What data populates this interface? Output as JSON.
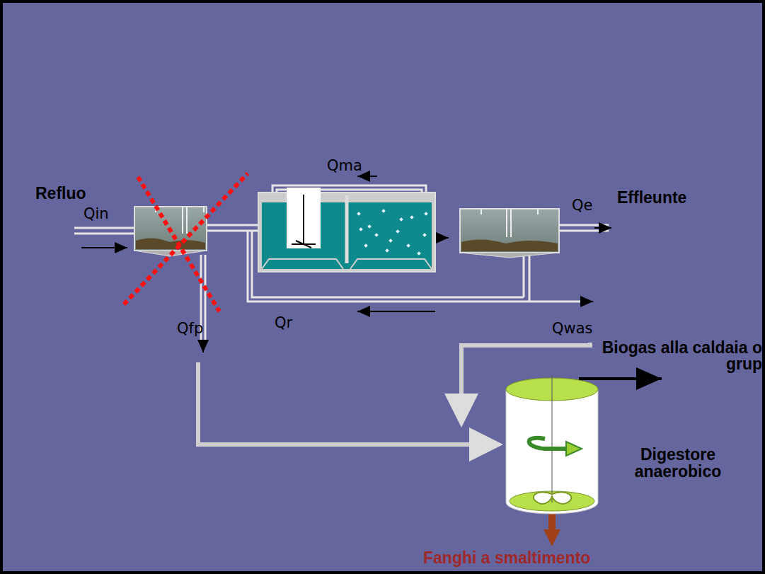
{
  "diagram": {
    "nodes": [
      {
        "text": [
          "Digestore anaerobico"
        ]
      }
    ],
    "edges": [],
    "labels": [
      "Refluo",
      "Qin",
      "Qma",
      "Qe",
      "Effleunte",
      "Qfp",
      "Qr",
      "Qwas",
      "Biogas alla caldaia o grup",
      "Fanghi a smaltimento"
    ]
  }
}
